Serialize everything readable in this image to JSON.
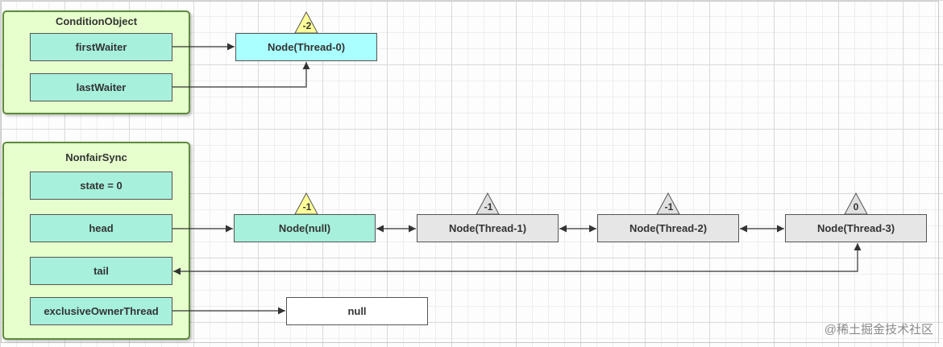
{
  "condition_object": {
    "title": "ConditionObject",
    "fields": {
      "first_waiter": "firstWaiter",
      "last_waiter": "lastWaiter"
    }
  },
  "nonfair_sync": {
    "title": "NonfairSync",
    "fields": {
      "state": "state = 0",
      "head": "head",
      "tail": "tail",
      "exclusive_owner_thread": "exclusiveOwnerThread"
    }
  },
  "nodes": {
    "thread0": {
      "label": "Node(Thread-0)",
      "status": "-2"
    },
    "null_node": {
      "label": "Node(null)",
      "status": "-1"
    },
    "thread1": {
      "label": "Node(Thread-1)",
      "status": "-1"
    },
    "thread2": {
      "label": "Node(Thread-2)",
      "status": "-1"
    },
    "thread3": {
      "label": "Node(Thread-3)",
      "status": "0"
    }
  },
  "owner_value": "null",
  "colors": {
    "container_fill": "#e6ffcc",
    "field_fill": "#a6f0dc",
    "node_cyan": "#aaffff",
    "node_gray": "#e6e6e6",
    "status_yellow": "#ffff99",
    "status_gray": "#e0e0e0"
  },
  "watermark": "@稀土掘金技术社区"
}
